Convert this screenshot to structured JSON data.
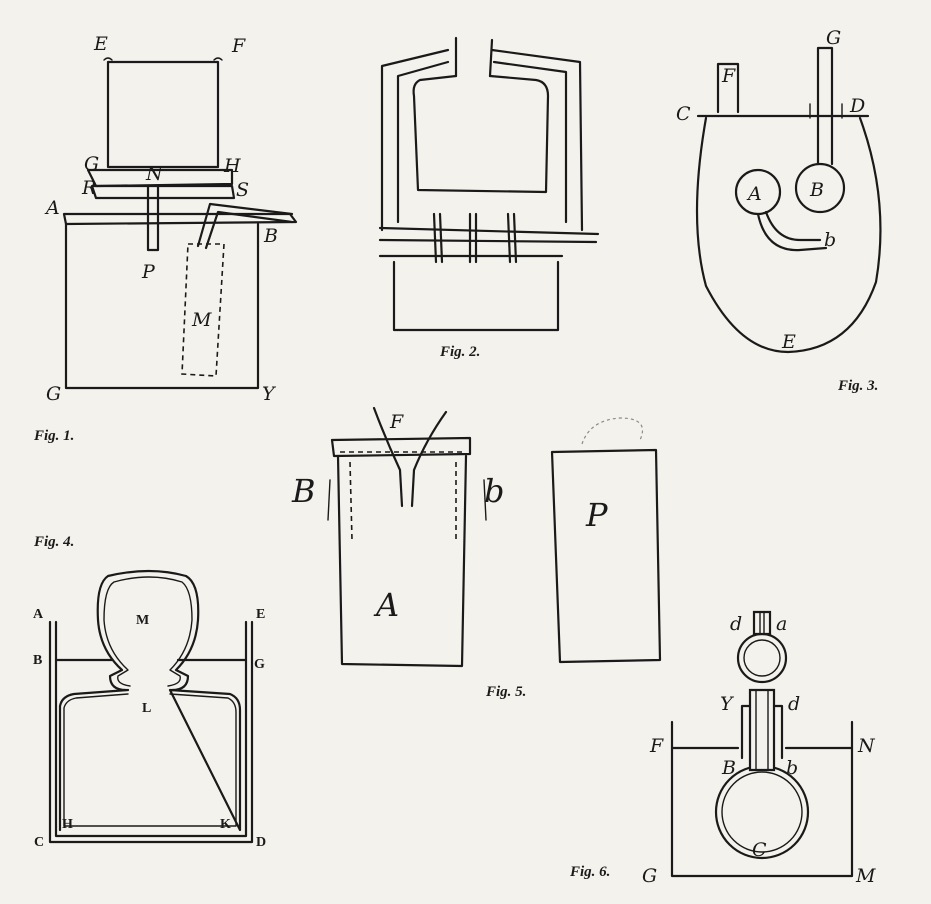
{
  "figures": [
    {
      "caption": "Fig. 1.",
      "labels": {
        "E": "E",
        "F": "F",
        "G_top": "G",
        "H": "H",
        "N": "N",
        "R": "R",
        "S": "S",
        "A": "A",
        "B": "B",
        "P": "P",
        "M": "M",
        "G_bottom": "G",
        "Y": "Y"
      }
    },
    {
      "caption": "Fig. 2.",
      "labels": {}
    },
    {
      "caption": "Fig. 3.",
      "labels": {
        "F": "F",
        "G": "G",
        "C": "C",
        "D": "D",
        "A": "A",
        "B": "B",
        "b": "b",
        "E": "E"
      }
    },
    {
      "caption": "Fig. 4.",
      "labels": {
        "A": "A",
        "E": "E",
        "M": "M",
        "B": "B",
        "G": "G",
        "L": "L",
        "C": "C",
        "H": "H",
        "K": "K",
        "D": "D"
      }
    },
    {
      "caption": "Fig. 5.",
      "labels": {
        "F": "F",
        "B": "B",
        "b": "b",
        "A": "A",
        "P": "P"
      }
    },
    {
      "caption": "Fig. 6.",
      "labels": {
        "d_left": "d",
        "a": "a",
        "Y": "Y",
        "d_right": "d",
        "F": "F",
        "N": "N",
        "B": "B",
        "b": "b",
        "C": "C",
        "G": "G",
        "M": "M"
      }
    }
  ]
}
